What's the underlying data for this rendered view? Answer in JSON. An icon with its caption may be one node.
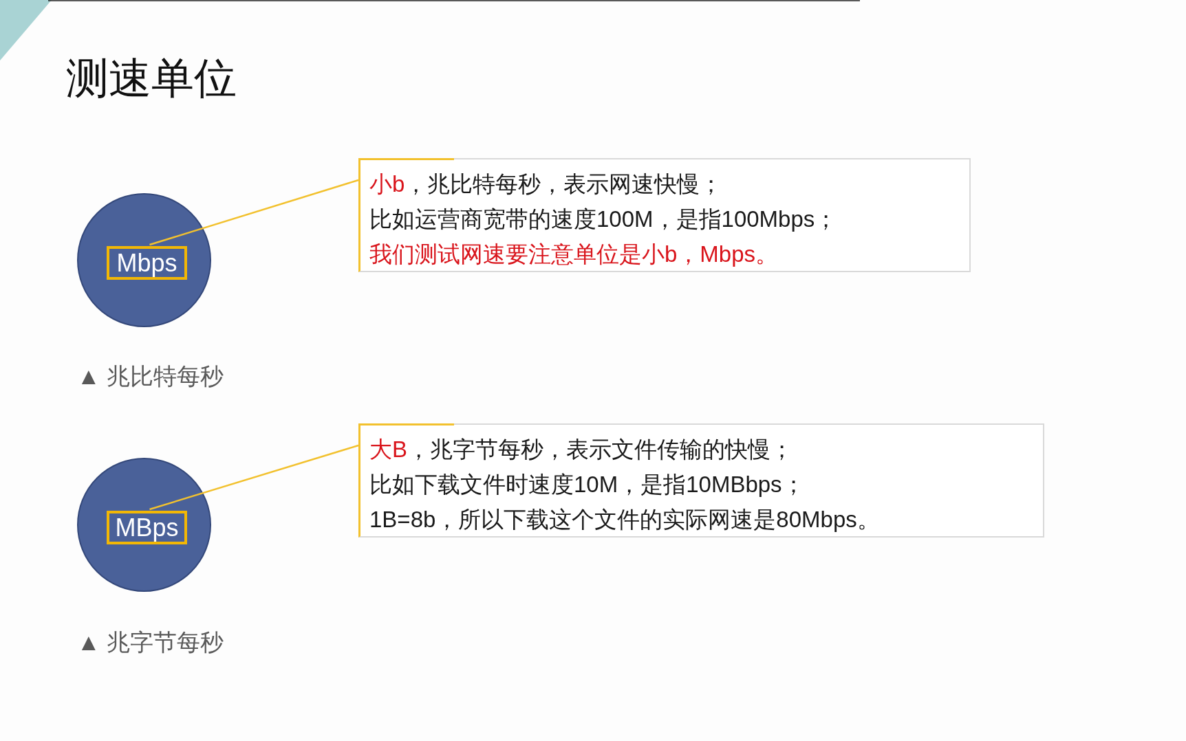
{
  "diagram": {
    "title": "测速单位",
    "nodes": [
      {
        "text": [],
        "shape": "circle",
        "beside": [
          "▲ 兆比特每秒"
        ]
      },
      {
        "text": [
          "Mbps"
        ],
        "in": 0
      },
      {
        "text": [
          "小b",
          "，兆比特每秒，表示网速快慢；",
          "比如运营商宽带的速度100M，是指100Mbps；",
          "我们测试网速要注意单位是小b，Mbps。"
        ]
      },
      {
        "text": [],
        "shape": "circle",
        "beside": [
          "▲ 兆字节每秒"
        ]
      },
      {
        "text": [
          "MBps"
        ],
        "in": 3
      },
      {
        "text": [
          "大B",
          "，兆字节每秒，表示文件传输的快慢；",
          "比如下载文件时速度10M，是指10MBbps；",
          "1B=8b，所以下载这个文件的实际网速是80Mbps。"
        ]
      }
    ],
    "edges": [
      {
        "from": 1,
        "to": 2,
        "arrow": "none"
      },
      {
        "from": 4,
        "to": 5,
        "arrow": "none"
      }
    ]
  }
}
